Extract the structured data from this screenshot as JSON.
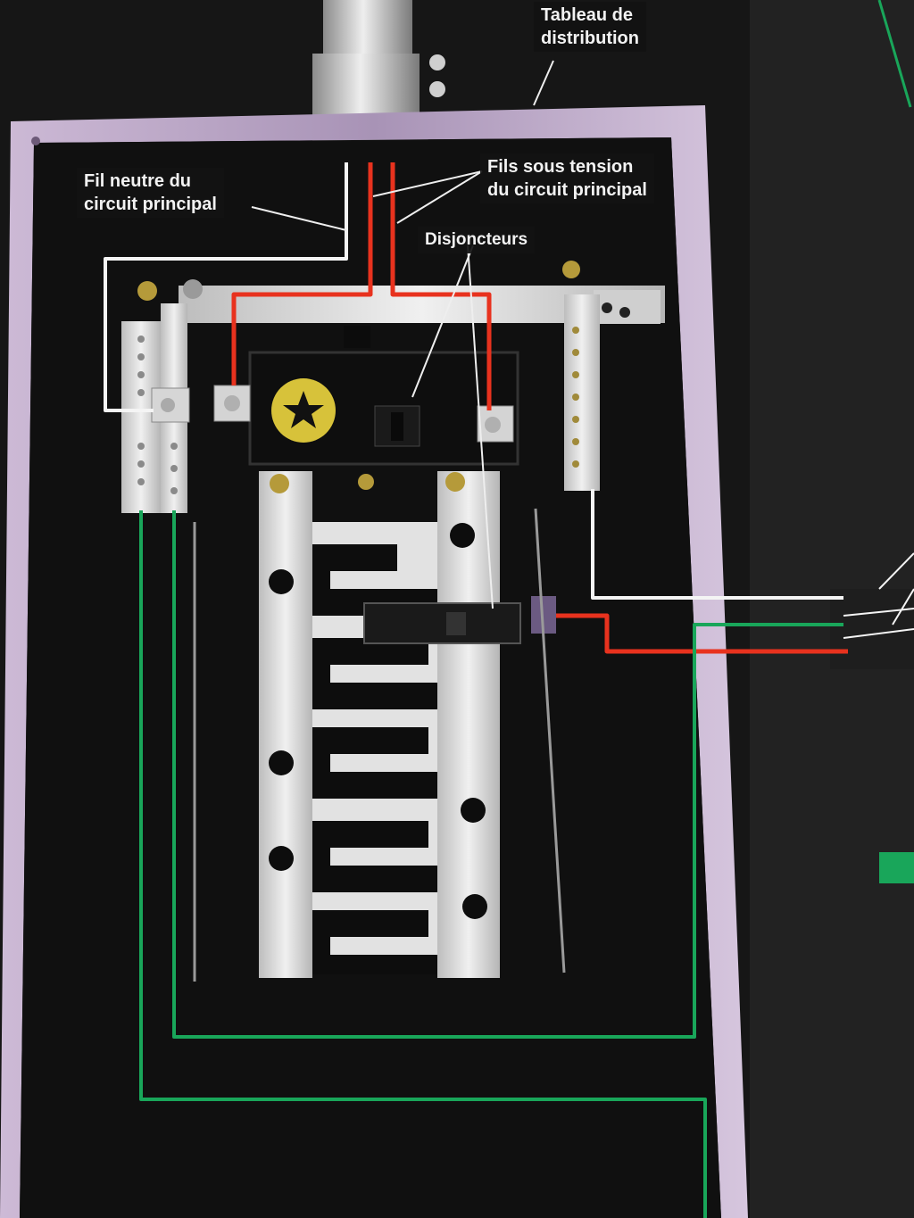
{
  "colors": {
    "background": "#151515",
    "frame": "#b9a6c4",
    "hot_wire": "#e8321e",
    "neutral_wire": "#f4f4f4",
    "ground_wire": "#19a65a",
    "bus_metal": "#d9d9d9"
  },
  "labels": {
    "panel": [
      "Tableau de",
      "distribution"
    ],
    "neutral": [
      "Fil neutre du",
      "circuit principal"
    ],
    "hot": [
      "Fils sous tension",
      "du circuit principal"
    ],
    "breakers": "Disjoncteurs"
  }
}
